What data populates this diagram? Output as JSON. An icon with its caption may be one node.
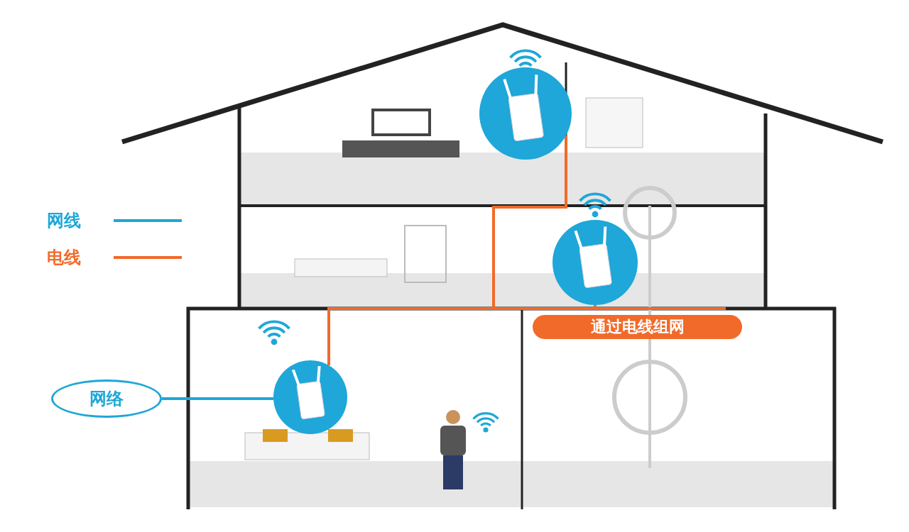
{
  "diagram": {
    "nodes": [
      {
        "text": [
          "网络"
        ]
      },
      {
        "text": [],
        "shape": "picture"
      },
      {
        "text": [],
        "shape": "picture"
      },
      {
        "text": [],
        "shape": "picture"
      },
      {
        "text": [
          "通过电线组网"
        ]
      }
    ],
    "edges": [
      {
        "from": 0,
        "to": 1,
        "arrow": "none",
        "color": "#1ea7d8"
      },
      {
        "from": 1,
        "to": 2,
        "arrow": "none"
      },
      {
        "from": 1,
        "to": 3,
        "arrow": "none"
      }
    ],
    "legend": [
      {
        "text": "网线"
      },
      {
        "text": "电线"
      }
    ]
  }
}
